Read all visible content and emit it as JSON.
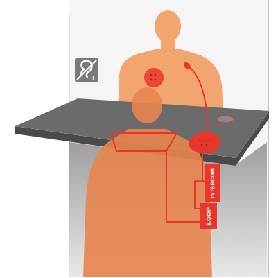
{
  "diagram": {
    "nodes": [
      {
        "text": [
          "INTERCOM"
        ]
      },
      {
        "text": [
          "LOOP"
        ]
      }
    ],
    "edges": [
      {
        "from": 0,
        "to": 1,
        "arrow": "none"
      }
    ],
    "labels": [
      "T"
    ]
  }
}
